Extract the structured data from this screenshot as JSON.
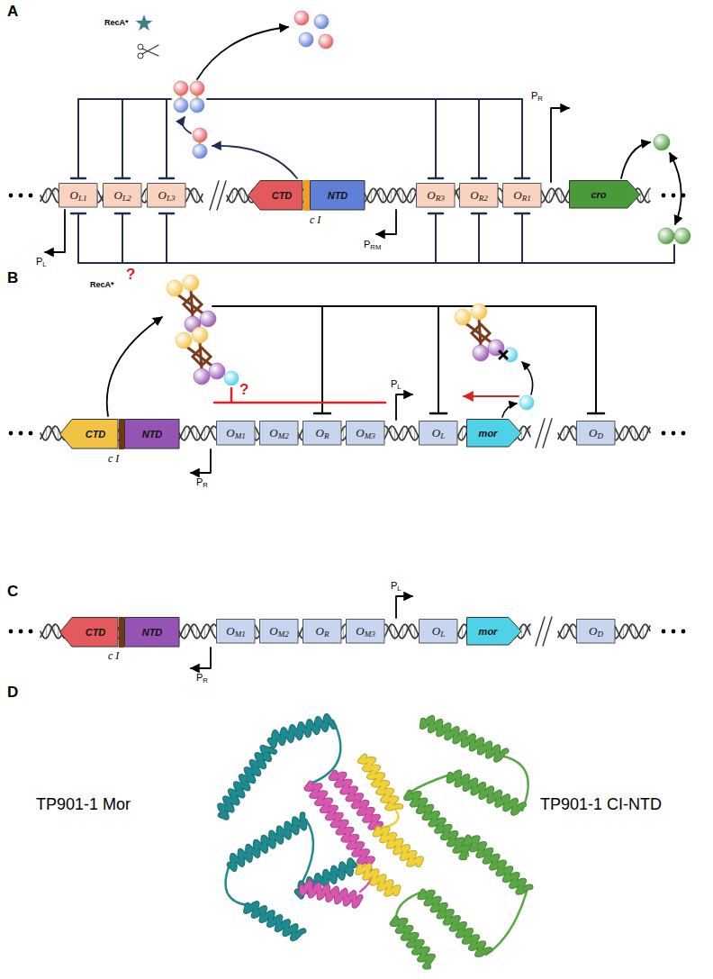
{
  "diagram": {
    "nodes": [
      {
        "text": [
          "OL1"
        ]
      },
      {
        "text": [
          "OL2"
        ]
      },
      {
        "text": [
          "OL3"
        ]
      },
      {
        "text": [
          "CTD"
        ]
      },
      {
        "text": [
          "NTD"
        ]
      },
      {
        "text": [
          "OR3"
        ]
      },
      {
        "text": [
          "OR2"
        ]
      },
      {
        "text": [
          "OR1"
        ]
      },
      {
        "text": [
          "cro"
        ]
      },
      {
        "text": [
          "CTD"
        ]
      },
      {
        "text": [
          "NTD"
        ]
      },
      {
        "text": [
          "OM1"
        ]
      },
      {
        "text": [
          "OM2"
        ]
      },
      {
        "text": [
          "OR"
        ]
      },
      {
        "text": [
          "OM3"
        ]
      },
      {
        "text": [
          "OL"
        ]
      },
      {
        "text": [
          "mor"
        ]
      },
      {
        "text": [
          "OD"
        ]
      },
      {
        "text": [
          "CTD"
        ]
      },
      {
        "text": [
          "NTD"
        ]
      },
      {
        "text": [
          "OM1"
        ]
      },
      {
        "text": [
          "OM2"
        ]
      },
      {
        "text": [
          "OR"
        ]
      },
      {
        "text": [
          "OM3"
        ]
      },
      {
        "text": [
          "OL"
        ]
      },
      {
        "text": [
          "mor"
        ]
      },
      {
        "text": [
          "OD"
        ]
      }
    ],
    "labels": [
      "A",
      "RecA*",
      "c I",
      "PL",
      "PRM",
      "PR",
      "B",
      "RecA*",
      "?",
      "?",
      "c I",
      "PR",
      "PL",
      "C",
      "c I",
      "PR",
      "PL",
      "D",
      "TP901-1 Mor",
      "TP901-1 CI-NTD"
    ]
  }
}
